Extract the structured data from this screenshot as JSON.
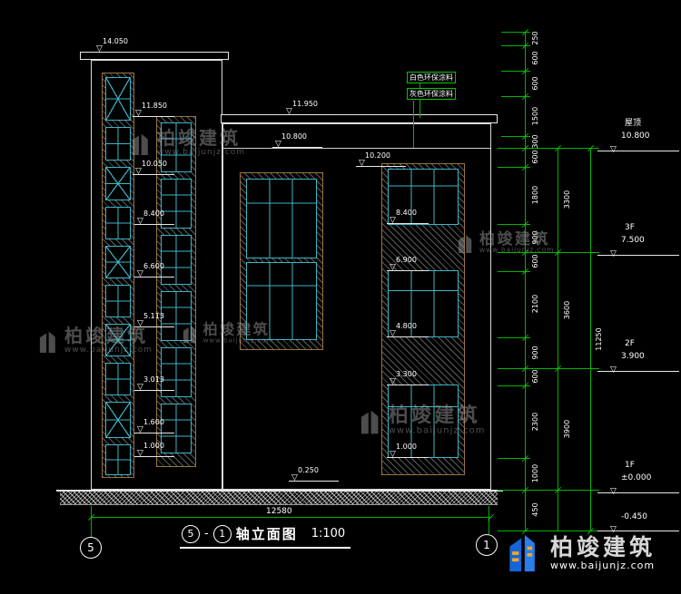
{
  "drawing": {
    "title_axis_start": "5",
    "title_separator": "-",
    "title_axis_end": "1",
    "title_name": "轴立面图",
    "title_scale": "1:100",
    "axis_left": "5",
    "axis_right": "1"
  },
  "icons": {
    "triangle_down": "▽"
  },
  "annotations": {
    "paint_white": "白色环保涂料",
    "paint_gray": "灰色环保涂料"
  },
  "elev_left": [
    "14.050",
    "11.850",
    "10.050",
    "8.400",
    "6.600",
    "5.113",
    "3.013",
    "1.600",
    "1.000"
  ],
  "elev_mid": [
    "11.950",
    "10.800",
    "0.250"
  ],
  "elev_right": [
    "10.200",
    "8.400",
    "6.900",
    "4.800",
    "3.300",
    "1.000"
  ],
  "floors": [
    {
      "label": "屋顶",
      "value": "10.800"
    },
    {
      "label": "3F",
      "value": "7.500"
    },
    {
      "label": "2F",
      "value": "3.900"
    },
    {
      "label": "1F",
      "value": "±0.000"
    },
    {
      "label": "",
      "value": "-0.450"
    }
  ],
  "dims": {
    "chain_segments": [
      "250",
      "600",
      "600",
      "1500",
      "300",
      "600",
      "1800",
      "900",
      "600",
      "2100",
      "900",
      "600",
      "2300",
      "1000",
      "450"
    ],
    "floor_segments": [
      "3300",
      "3600",
      "3900"
    ],
    "total": "11250",
    "bottom_width": "12580"
  },
  "brand": {
    "name": "柏竣建筑",
    "url": "www.baijunjz.com"
  }
}
